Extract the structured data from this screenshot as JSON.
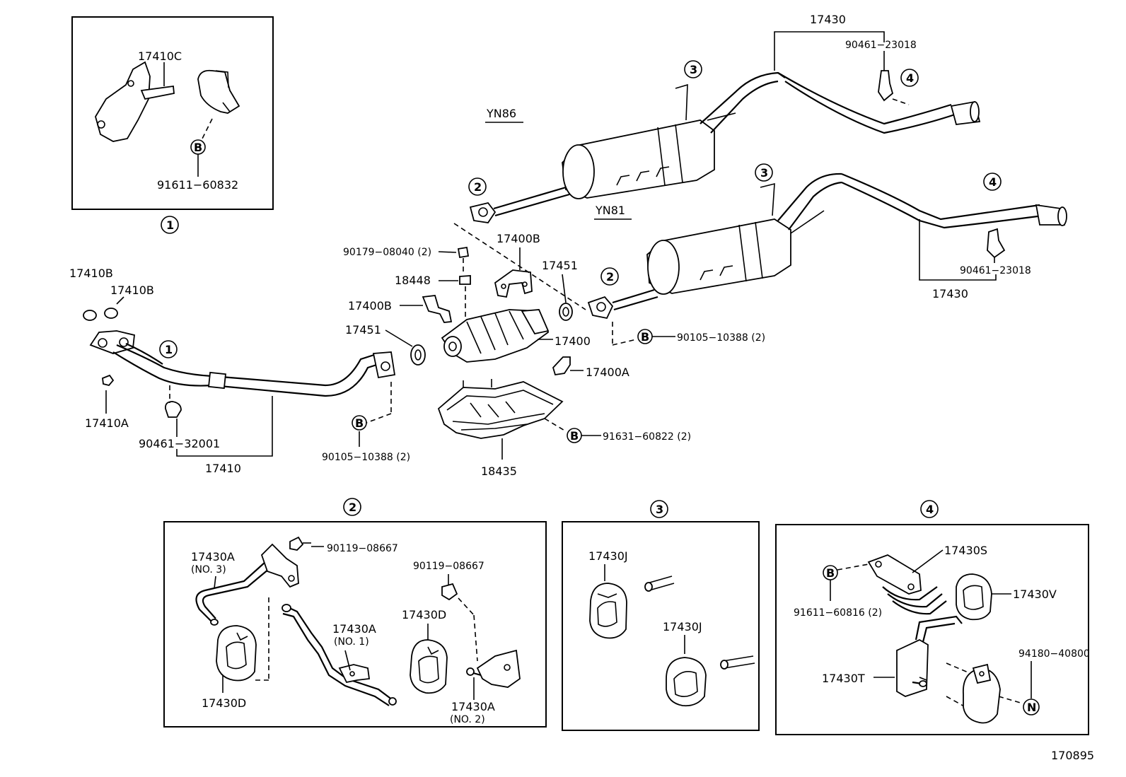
{
  "callouts": {
    "one": "1",
    "two": "2",
    "three": "3",
    "four": "4",
    "b": "B",
    "n": "N"
  },
  "models": {
    "yn86": "YN86",
    "yn81": "YN81"
  },
  "parts": {
    "p17410C": "17410C",
    "p91611_60832": "91611−60832",
    "p17410B_a": "17410B",
    "p17410B_b": "17410B",
    "p17410A": "17410A",
    "p90461_32001": "90461−32001",
    "p17410": "17410",
    "p90179_08040": "90179−08040 (2)",
    "p18448": "18448",
    "p17400B_top": "17400B",
    "p17400B_left": "17400B",
    "p17451_right": "17451",
    "p17451_left": "17451",
    "p17400": "17400",
    "p17400A": "17400A",
    "p90105_10388_left": "90105−10388 (2)",
    "p90105_10388_right": "90105−10388 (2)",
    "p18435": "18435",
    "p91631_60822": "91631−60822 (2)",
    "p17430_top": "17430",
    "p90461_23018_top": "90461−23018",
    "p17430_right": "17430",
    "p90461_23018_right": "90461−23018",
    "p17430A_no3": "17430A",
    "p17430A_no3_sub": "(NO. 3)",
    "p90119_08667_a": "90119−08667",
    "p90119_08667_b": "90119−08667",
    "p17430A_no1": "17430A",
    "p17430A_no1_sub": "(NO. 1)",
    "p17430D_a": "17430D",
    "p17430D_b": "17430D",
    "p17430A_no2": "17430A",
    "p17430A_no2_sub": "(NO. 2)",
    "p17430J_a": "17430J",
    "p17430J_b": "17430J",
    "p17430S": "17430S",
    "p91611_60816": "91611−60816 (2)",
    "p17430V": "17430V",
    "p17430T": "17430T",
    "p94180_40800": "94180−40800"
  },
  "figure_number": "170895"
}
